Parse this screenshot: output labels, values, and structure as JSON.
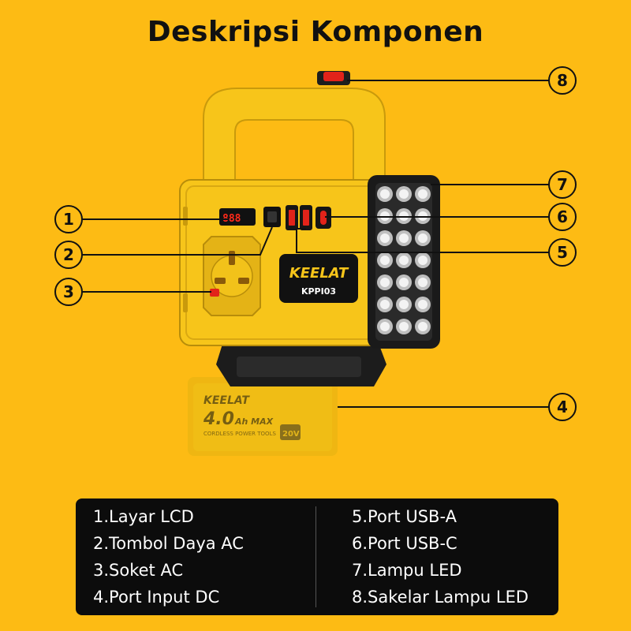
{
  "title": "Deskripsi Komponen",
  "device": {
    "brand": "KEELAT",
    "model": "KPPI03",
    "battery": {
      "brand": "KEELAT",
      "capacity": "4.0",
      "unit": "Ah MAX",
      "subtitle": "CORDLESS POWER TOOLS",
      "voltage": "20V"
    }
  },
  "callouts": [
    "1",
    "2",
    "3",
    "4",
    "5",
    "6",
    "7",
    "8"
  ],
  "legend": {
    "left": [
      "1.Layar LCD",
      "2.Tombol Daya AC",
      "3.Soket AC",
      "4.Port Input DC"
    ],
    "right": [
      "5.Port USB-A",
      "6.Port USB-C",
      "7.Lampu LED",
      "8.Sakelar Lampu LED"
    ]
  },
  "colors": {
    "background": "#fdbb14",
    "device_yellow": "#f7c51a",
    "legend_bg": "#0c0c0c"
  }
}
